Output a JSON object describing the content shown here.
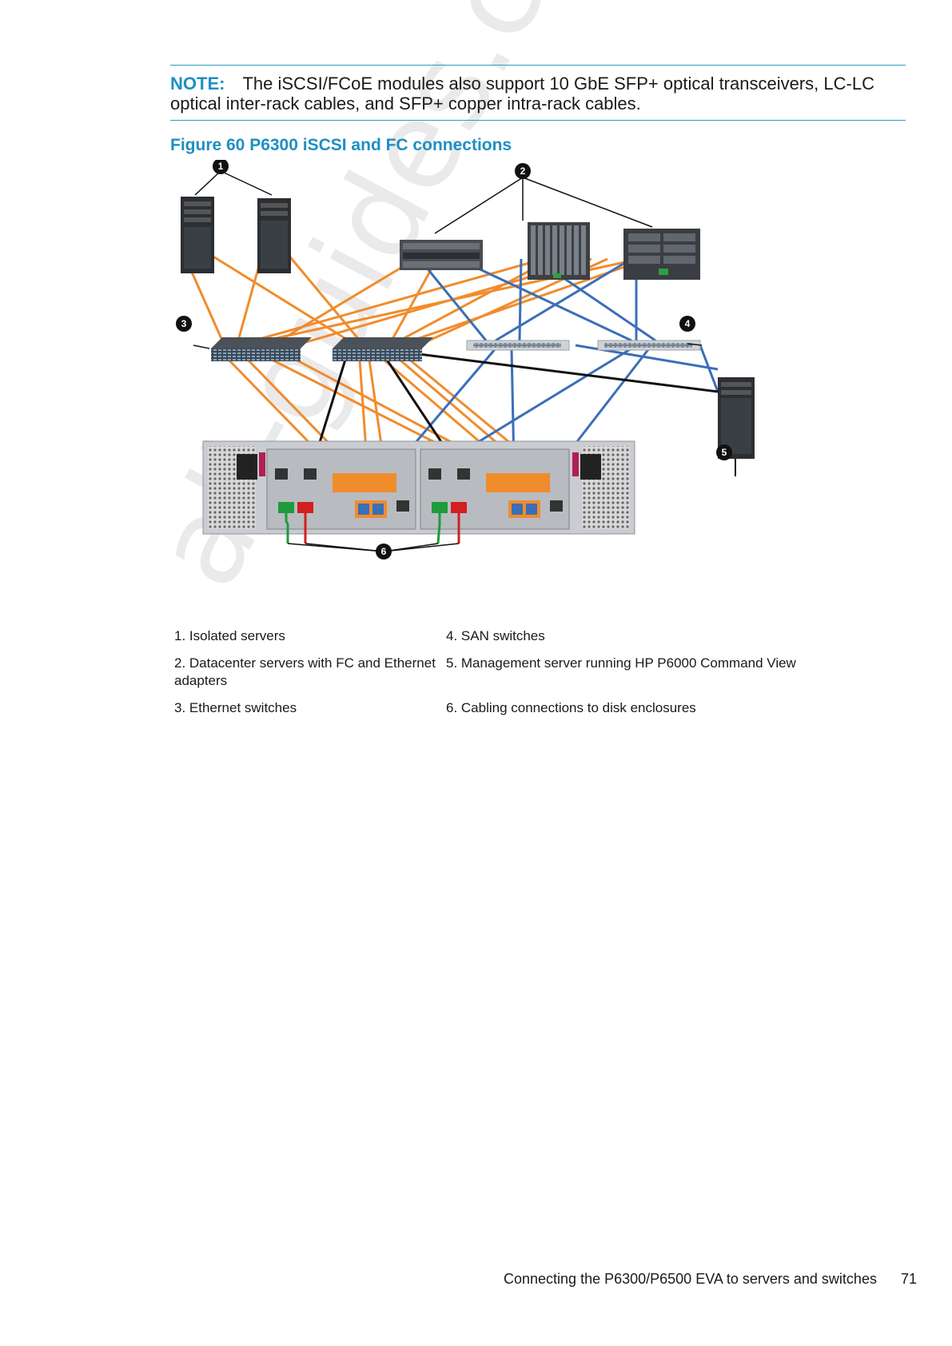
{
  "note": {
    "label": "NOTE:",
    "text": "The iSCSI/FCoE modules also support 10 GbE SFP+ optical transceivers, LC-LC optical inter-rack cables, and SFP+ copper intra-rack cables."
  },
  "figure": {
    "caption": "Figure 60 P6300 iSCSI and FC connections",
    "callouts": [
      "1",
      "2",
      "3",
      "4",
      "5",
      "6"
    ],
    "colors": {
      "ethernet": "#f08c2c",
      "fc": "#3a6fb8",
      "management": "#111111",
      "enclosure_a": "#1e9b3a",
      "enclosure_b": "#d31f1f"
    }
  },
  "legend": [
    "1. Isolated servers",
    "4. SAN switches",
    "2. Datacenter servers with FC and Ethernet adapters",
    "5. Management server running HP P6000 Command View",
    "3. Ethernet switches",
    "6. Cabling connections to disk enclosures"
  ],
  "watermark": "all-guides.com",
  "footer": {
    "title": "Connecting the P6300/P6500 EVA to servers and switches",
    "page": "71"
  }
}
